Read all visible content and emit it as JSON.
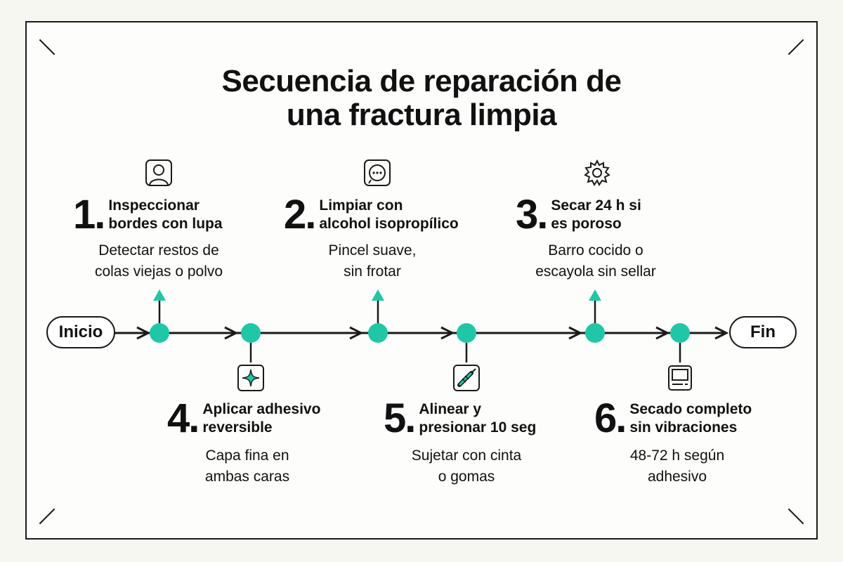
{
  "title": {
    "line1": "Secuencia de reparación de",
    "line2": "una fractura limpia"
  },
  "start_label": "Inicio",
  "end_label": "Fin",
  "colors": {
    "accent": "#1fc7a6",
    "ink": "#1a1a1a"
  },
  "steps": [
    {
      "num": "1.",
      "title1": "Inspeccionar",
      "title2": "bordes con lupa",
      "desc1": "Detectar restos de",
      "desc2": "colas viejas o polvo",
      "icon": "user-portrait-icon"
    },
    {
      "num": "2.",
      "title1": "Limpiar con",
      "title2": "alcohol isopropílico",
      "desc1": "Pincel suave,",
      "desc2": "sin frotar",
      "icon": "face-icon"
    },
    {
      "num": "3.",
      "title1": "Secar 24 h si",
      "title2": "es poroso",
      "desc1": "Barro cocido o",
      "desc2": "escayola sin sellar",
      "icon": "gear-icon"
    },
    {
      "num": "4.",
      "title1": "Aplicar adhesivo",
      "title2": "reversible",
      "desc1": "Capa fina en",
      "desc2": "ambas caras",
      "icon": "sparkle-icon"
    },
    {
      "num": "5.",
      "title1": "Alinear y",
      "title2": "presionar 10 seg",
      "desc1": "Sujetar con cinta",
      "desc2": "o gomas",
      "icon": "syringe-icon"
    },
    {
      "num": "6.",
      "title1": "Secado completo",
      "title2": "sin vibraciones",
      "desc1": "48-72 h según",
      "desc2": "adhesivo",
      "icon": "monitor-icon"
    }
  ]
}
